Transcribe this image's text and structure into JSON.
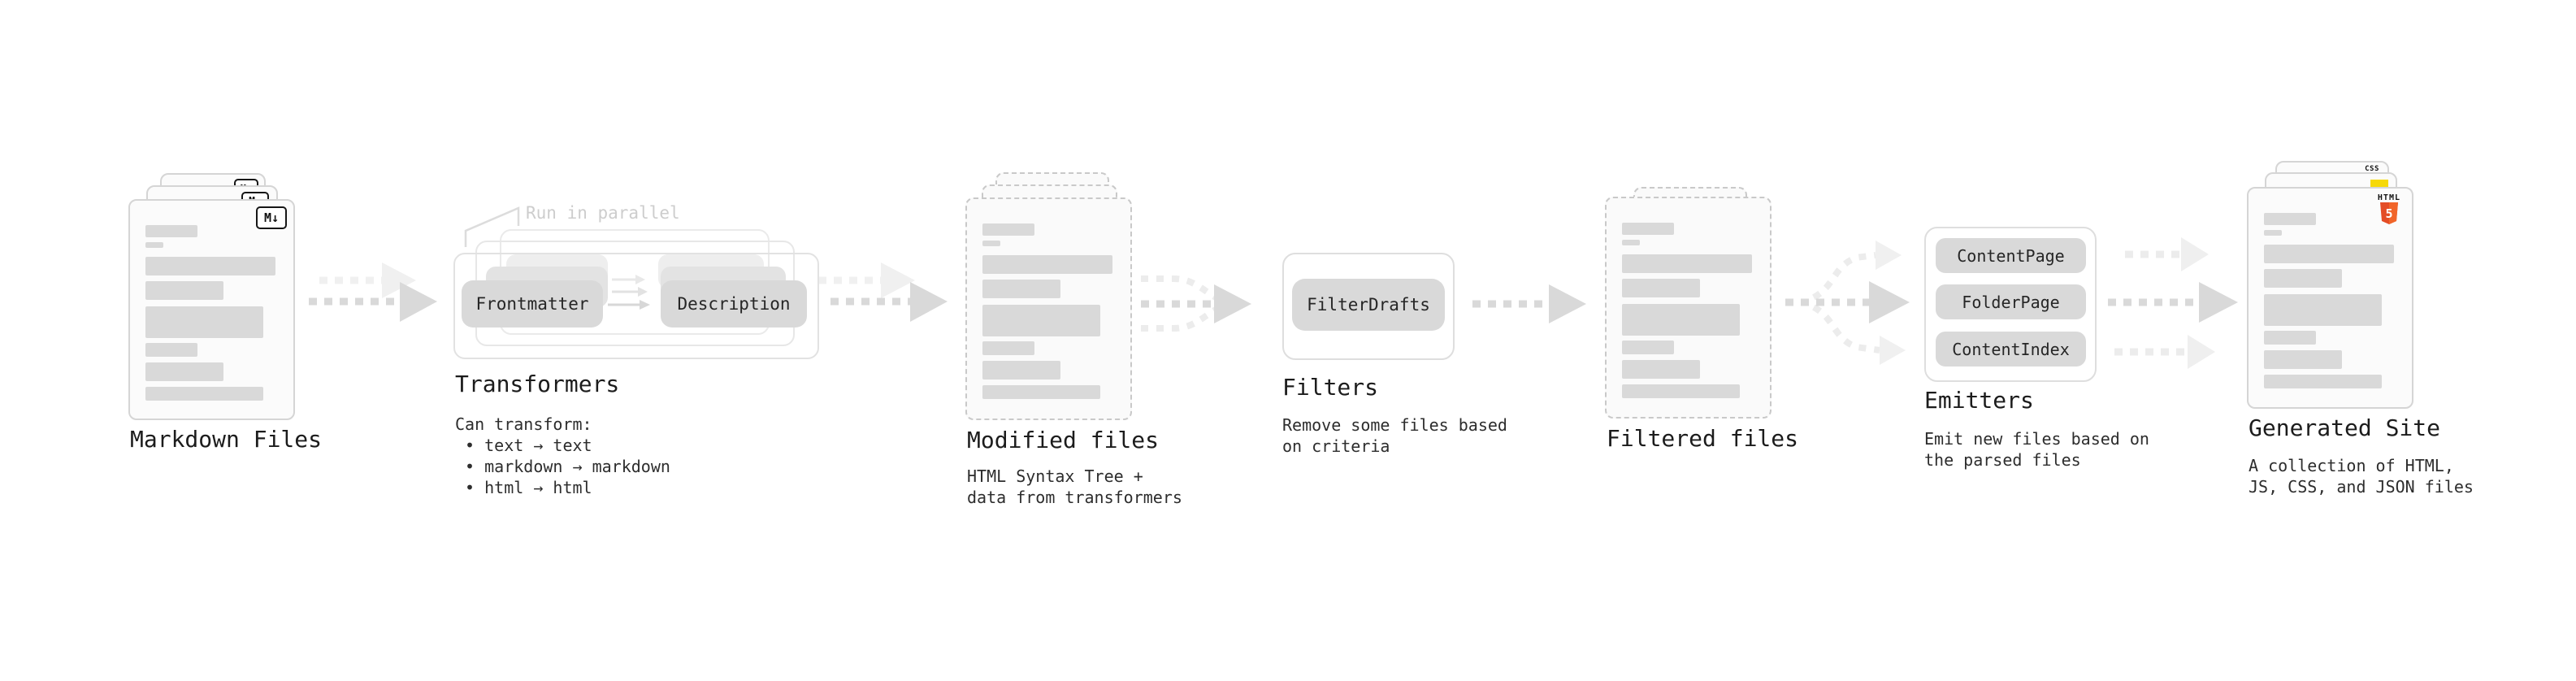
{
  "sections": {
    "markdown": {
      "title": "Markdown Files",
      "badge": "M↓"
    },
    "transformers": {
      "title": "Transformers",
      "annotation": "Run in parallel",
      "pills": [
        "Frontmatter",
        "Description"
      ],
      "body": "Can transform:\n • text → text\n • markdown → markdown\n • html → html"
    },
    "modified": {
      "title": "Modified files",
      "body": "HTML Syntax Tree +\ndata from transformers"
    },
    "filters": {
      "title": "Filters",
      "pills": [
        "FilterDrafts"
      ],
      "body": "Remove some files based\non criteria"
    },
    "filtered": {
      "title": "Filtered files"
    },
    "emitters": {
      "title": "Emitters",
      "pills": [
        "ContentPage",
        "FolderPage",
        "ContentIndex"
      ],
      "body": "Emit new files based on\nthe parsed files"
    },
    "generated": {
      "title": "Generated Site",
      "body": "A collection of HTML,\nJS, CSS, and JSON files",
      "badges": {
        "css": "CSS",
        "html_label": "HTML",
        "html_number": "5"
      }
    }
  },
  "colors": {
    "html5_orange": "#E44D26",
    "html5_orange_light": "#F16529",
    "js_yellow": "#F6D908",
    "css_blue": "#2D64E8",
    "placeholder_gray": "#D9D9D9",
    "arrow_gray": "#D9D9D9",
    "arrow_light_gray": "#ECECEC",
    "annotation_gray": "#CDCDCD"
  }
}
